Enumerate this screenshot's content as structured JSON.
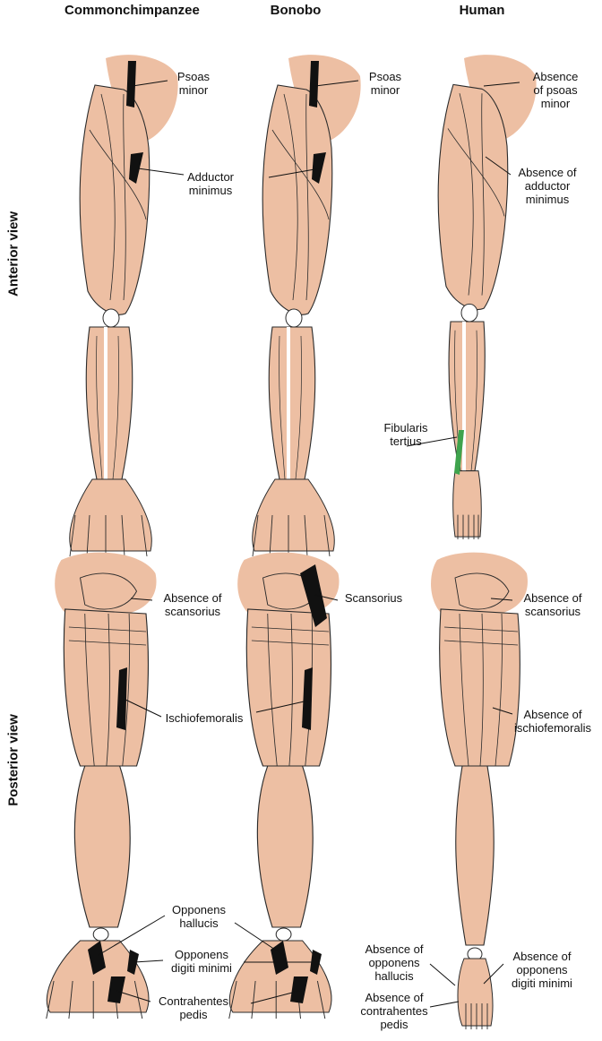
{
  "columns": [
    "Common\nchimpanzee",
    "Bonobo",
    "Human"
  ],
  "rows": [
    "Anterior view",
    "Posterior view"
  ],
  "labels": {
    "chimp_ant_psoas": "Psoas\nminor",
    "bonobo_ant_psoas": "Psoas\nminor",
    "human_ant_psoas": "Absence\nof psoas\nminor",
    "adductor": "Adductor\nminimus",
    "human_adductor": "Absence of\nadductor\nminimus",
    "fibularis": "Fibularis\ntertius",
    "chimp_scansorius": "Absence of\nscansorius",
    "bonobo_scansorius": "Scansorius",
    "human_scansorius": "Absence of\nscansorius",
    "ischio": "Ischiofemoralis",
    "human_ischio": "Absence of\nischiofemoralis",
    "opp_hallucis": "Opponens\nhallucis",
    "opp_digiti": "Opponens\ndigiti minimi",
    "contrahentes": "Contrahentes\npedis",
    "human_opp_hallucis": "Absence of\nopponens\nhallucis",
    "human_opp_digiti": "Absence of\nopponens\ndigiti minimi",
    "human_contrahentes": "Absence of\ncontrahentes\npedis"
  },
  "colors": {
    "skin": "#EDBFA3",
    "outline": "#2b2b2b",
    "highlight": "#111111",
    "fibularis": "#3fa34d",
    "bone": "#ffffff"
  }
}
